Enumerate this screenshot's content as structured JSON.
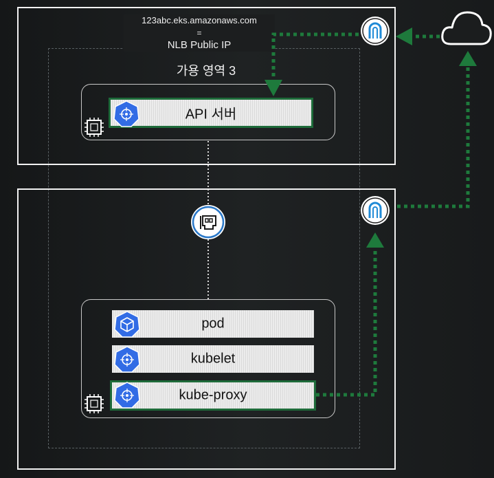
{
  "diagram": {
    "nlb_dns": "123abc.eks.amazonaws.com",
    "equals": "=",
    "nlb_ip": "NLB Public IP",
    "az_label": "가용 영역 3",
    "api_server": "API 서버",
    "pod": "pod",
    "kubelet": "kubelet",
    "kube_proxy": "kube-proxy"
  },
  "colors": {
    "flow_green": "#1e7a3c",
    "k8s_blue": "#326ce5",
    "gateway_blue": "#1f8ad6",
    "border_white": "#f2f2f2"
  },
  "icons": [
    "internet-gateway-icon",
    "cloud-icon",
    "cpu-chip-icon",
    "kubernetes-icon",
    "network-interface-icon",
    "pod-cube-icon"
  ]
}
